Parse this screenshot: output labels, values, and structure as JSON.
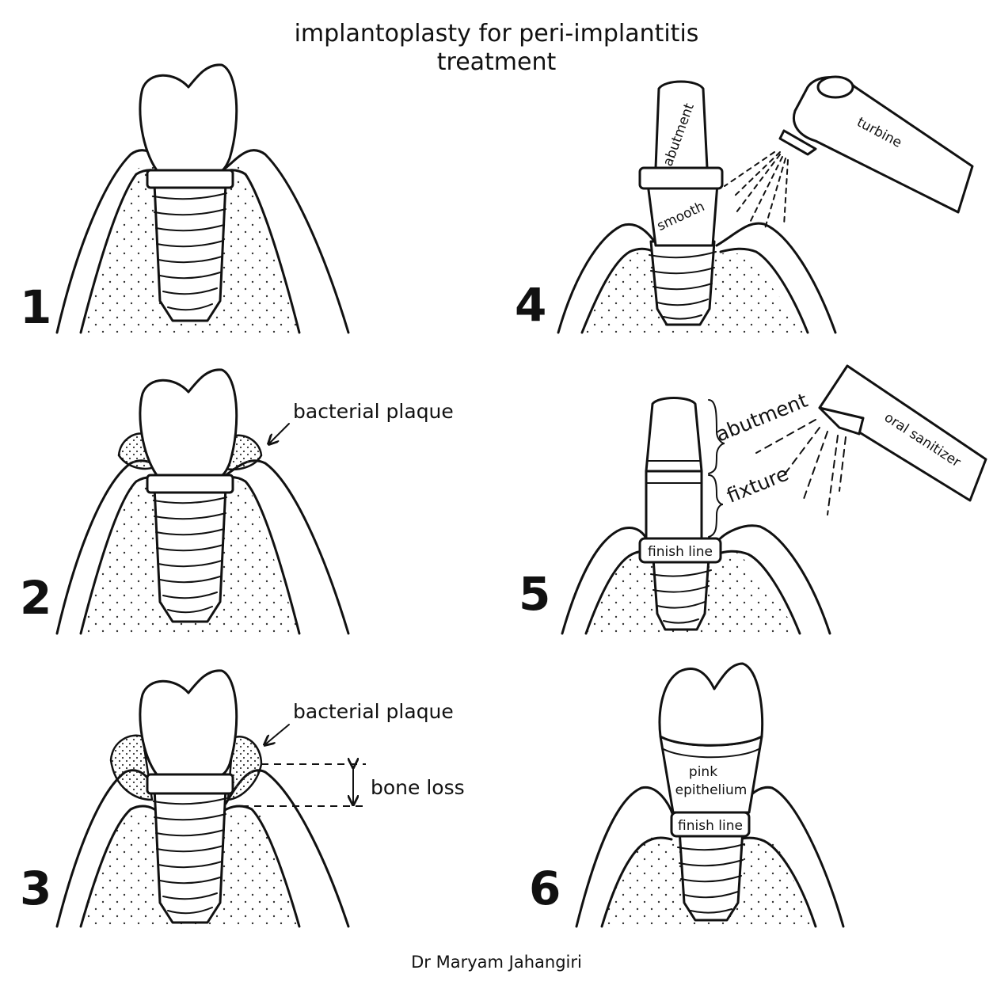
{
  "title": {
    "line1": "implantoplasty for peri-implantitis",
    "line2": "treatment"
  },
  "author": "Dr Maryam Jahangiri",
  "panels": [
    {
      "number": "1"
    },
    {
      "number": "2",
      "labels": {
        "plaque": "bacterial plaque"
      }
    },
    {
      "number": "3",
      "labels": {
        "plaque": "bacterial plaque",
        "bone_loss": "bone loss"
      }
    },
    {
      "number": "4",
      "labels": {
        "abutment": "abutment",
        "smooth": "smooth",
        "tool": "turbine"
      }
    },
    {
      "number": "5",
      "labels": {
        "abutment": "abutment",
        "fixture": "fixture",
        "finish_line": "finish line",
        "tool": "oral sanitizer"
      }
    },
    {
      "number": "6",
      "labels": {
        "pink": "pink",
        "epithelium": "epithelium",
        "finish_line": "finish line"
      }
    }
  ],
  "colors": {
    "ink": "#111111",
    "background": "#ffffff"
  }
}
